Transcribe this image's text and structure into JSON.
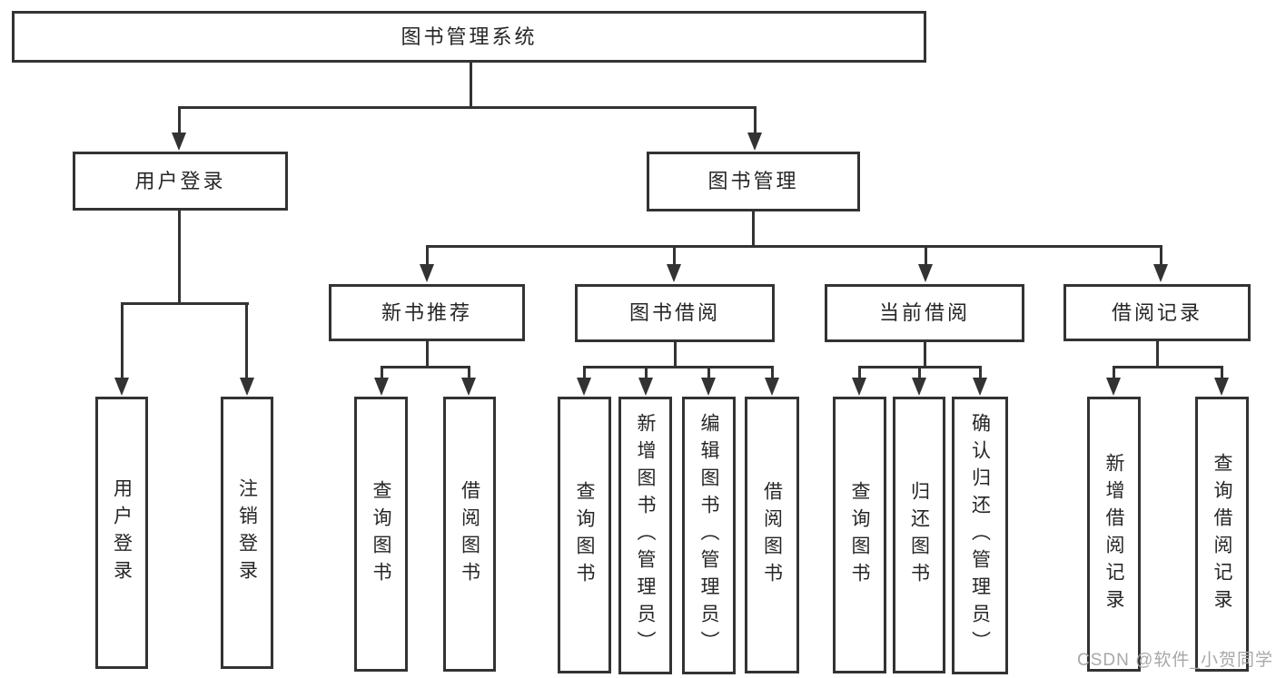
{
  "diagram": {
    "title": "图书管理系统",
    "children": [
      {
        "label": "用户登录",
        "children": [
          {
            "label": "用户登录"
          },
          {
            "label": "注销登录"
          }
        ]
      },
      {
        "label": "图书管理",
        "children": [
          {
            "label": "新书推荐",
            "children": [
              {
                "label": "查询图书"
              },
              {
                "label": "借阅图书"
              }
            ]
          },
          {
            "label": "图书借阅",
            "children": [
              {
                "label": "查询图书"
              },
              {
                "label": "新增图书（管理员）"
              },
              {
                "label": "编辑图书（管理员）"
              },
              {
                "label": "借阅图书"
              }
            ]
          },
          {
            "label": "当前借阅",
            "children": [
              {
                "label": "查询图书"
              },
              {
                "label": "归还图书"
              },
              {
                "label": "确认归还（管理员）"
              }
            ]
          },
          {
            "label": "借阅记录",
            "children": [
              {
                "label": "新增借阅记录"
              },
              {
                "label": "查询借阅记录"
              }
            ]
          }
        ]
      }
    ]
  },
  "watermark": {
    "text": "CSDN @软件_小贺同学"
  },
  "colors": {
    "line": "#333333",
    "box_bg": "#ffffff",
    "text": "#262626",
    "watermark": "#a8a8a8"
  }
}
